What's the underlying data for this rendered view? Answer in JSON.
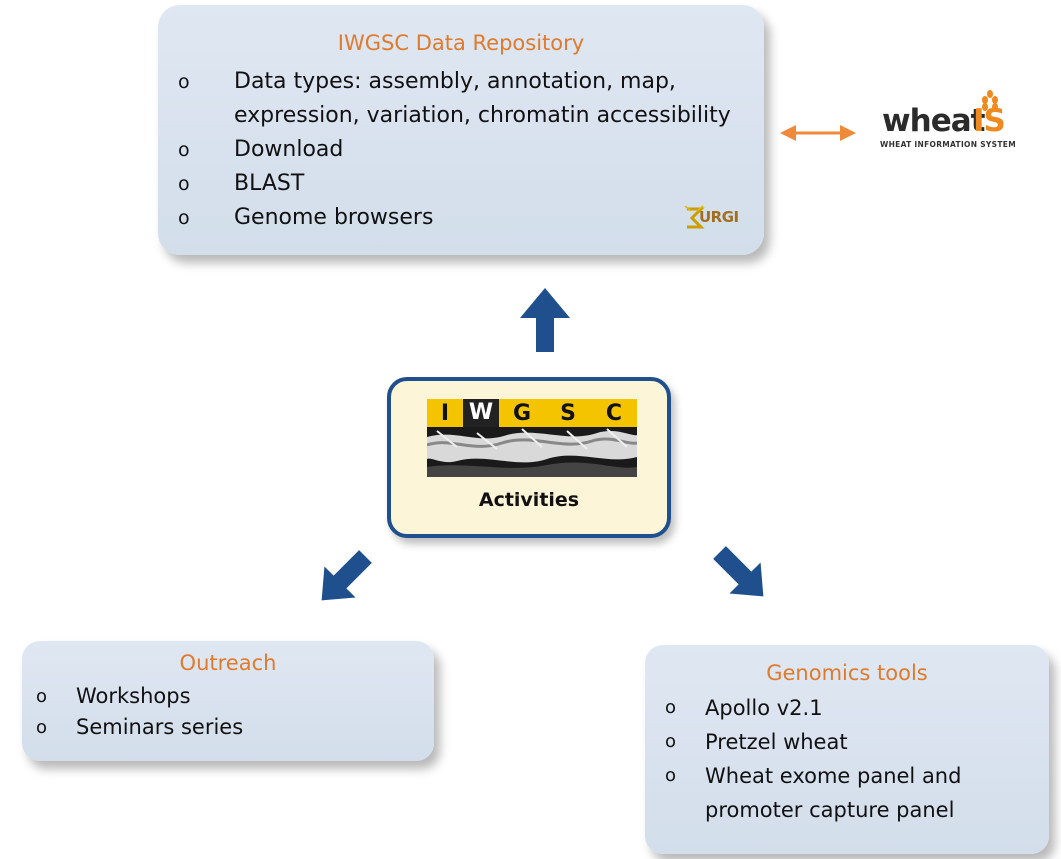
{
  "repository": {
    "title": "IWGSC Data Repository",
    "items": [
      "Data types: assembly, annotation, map, expression, variation, chromatin accessibility",
      "Download",
      "BLAST",
      "Genome browsers"
    ],
    "bullet": "o",
    "urgi_logo_text": "URGI"
  },
  "wheatis_logo": {
    "word": "wheat",
    "suffix": "IS",
    "tagline": "WHEAT INFORMATION SYSTEM"
  },
  "center": {
    "logo_letters": [
      "I",
      "W",
      "G",
      "S",
      "C"
    ],
    "label": "Activities"
  },
  "outreach": {
    "title": "Outreach",
    "items": [
      "Workshops",
      "Seminars series"
    ]
  },
  "genomics": {
    "title": "Genomics tools",
    "items": [
      "Apollo v2.1",
      "Pretzel wheat",
      "Wheat exome panel and promoter capture panel"
    ]
  },
  "colors": {
    "title_orange": "#e07a2c",
    "arrow_blue": "#1f4f8c",
    "box_fill": "#d8e2ee",
    "center_fill": "#fdf5d8",
    "logo_yellow": "#f5c400",
    "double_arrow": "#ef8a3a"
  }
}
